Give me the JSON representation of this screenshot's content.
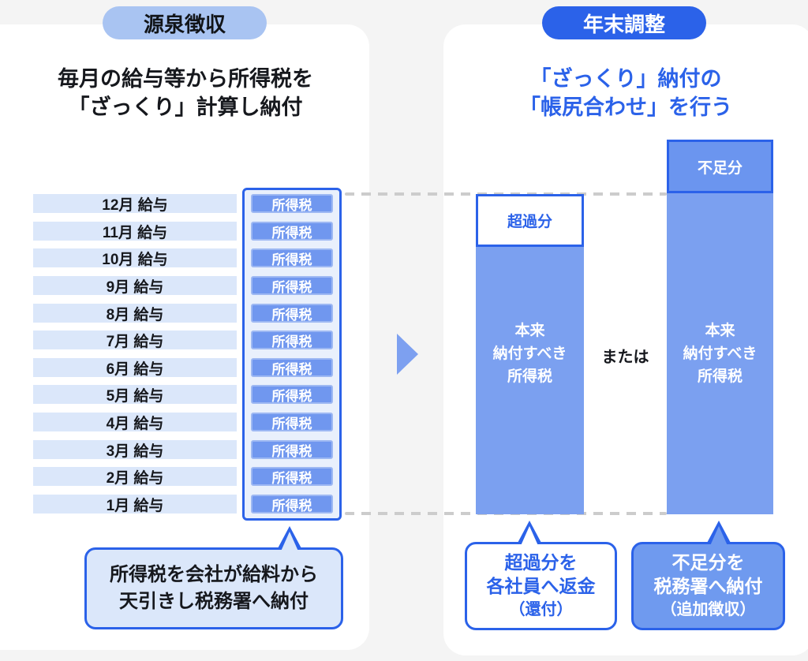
{
  "colors": {
    "background": "#f4f4f4",
    "panel": "#ffffff",
    "accent_blue": "#2b62e9",
    "light_badge_blue": "#a9c4f2",
    "row_light_blue": "#dbe7fa",
    "bar_blue": "#7ba0f0",
    "tax_box_blue": "#7097ef",
    "dash_gray": "#cccccc"
  },
  "left_panel": {
    "badge": "源泉徴収",
    "title_line1": "毎月の給与等から所得税を",
    "title_line2": "「ざっくり」計算し納付",
    "months": [
      "12月 給与",
      "11月 給与",
      "10月 給与",
      "9月 給与",
      "8月 給与",
      "7月 給与",
      "6月 給与",
      "5月 給与",
      "4月 給与",
      "3月 給与",
      "2月 給与",
      "1月 給与"
    ],
    "tax_label": "所得税",
    "callout_line1": "所得税を会社が給料から",
    "callout_line2": "天引きし税務署へ納付"
  },
  "right_panel": {
    "badge": "年末調整",
    "title_line1": "「ざっくり」納付の",
    "title_line2": "「帳尻合わせ」を行う",
    "excess_label": "超過分",
    "shortfall_label": "不足分",
    "bar_line1": "本来",
    "bar_line2": "納付すべき",
    "bar_line3": "所得税",
    "or_label": "または",
    "refund_callout_line1": "超過分を",
    "refund_callout_line2": "各社員へ返金",
    "refund_callout_line3": "（還付）",
    "pay_callout_line1": "不足分を",
    "pay_callout_line2": "税務署へ納付",
    "pay_callout_line3": "（追加徴収）"
  }
}
